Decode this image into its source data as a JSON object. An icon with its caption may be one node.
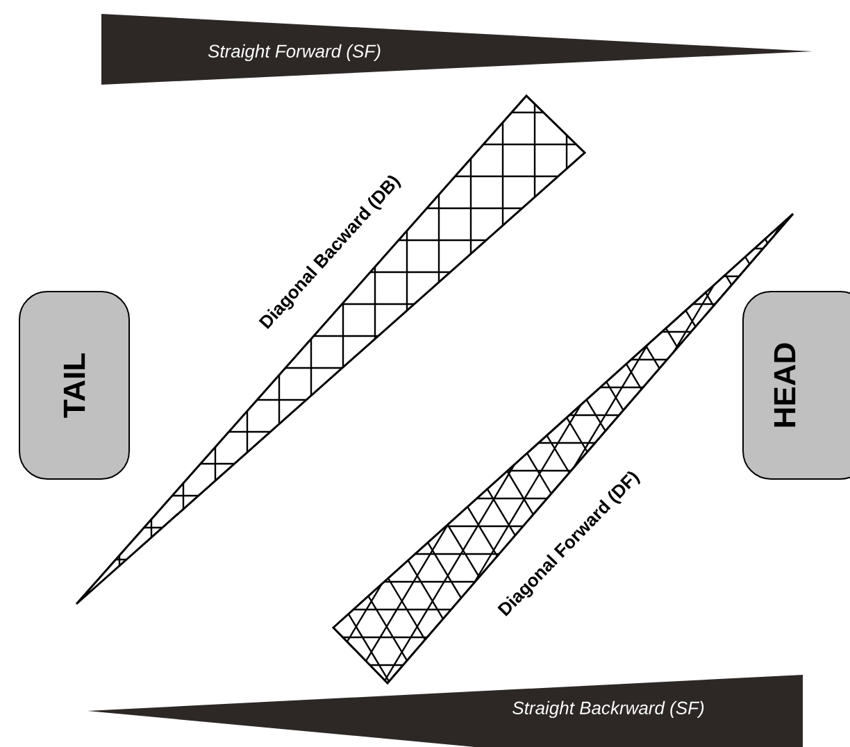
{
  "diagram": {
    "nodes": [
      {
        "text": [
          "TAIL"
        ]
      },
      {
        "text": [
          "HEAD"
        ]
      },
      {
        "text": [
          "Straight Forward (SF)"
        ]
      },
      {
        "text": [
          "Diagonal Bacward (DB)"
        ]
      },
      {
        "text": [
          "Diagonal Forward (DF)"
        ]
      },
      {
        "text": [
          "Straight Backrward (SF)"
        ]
      }
    ]
  }
}
